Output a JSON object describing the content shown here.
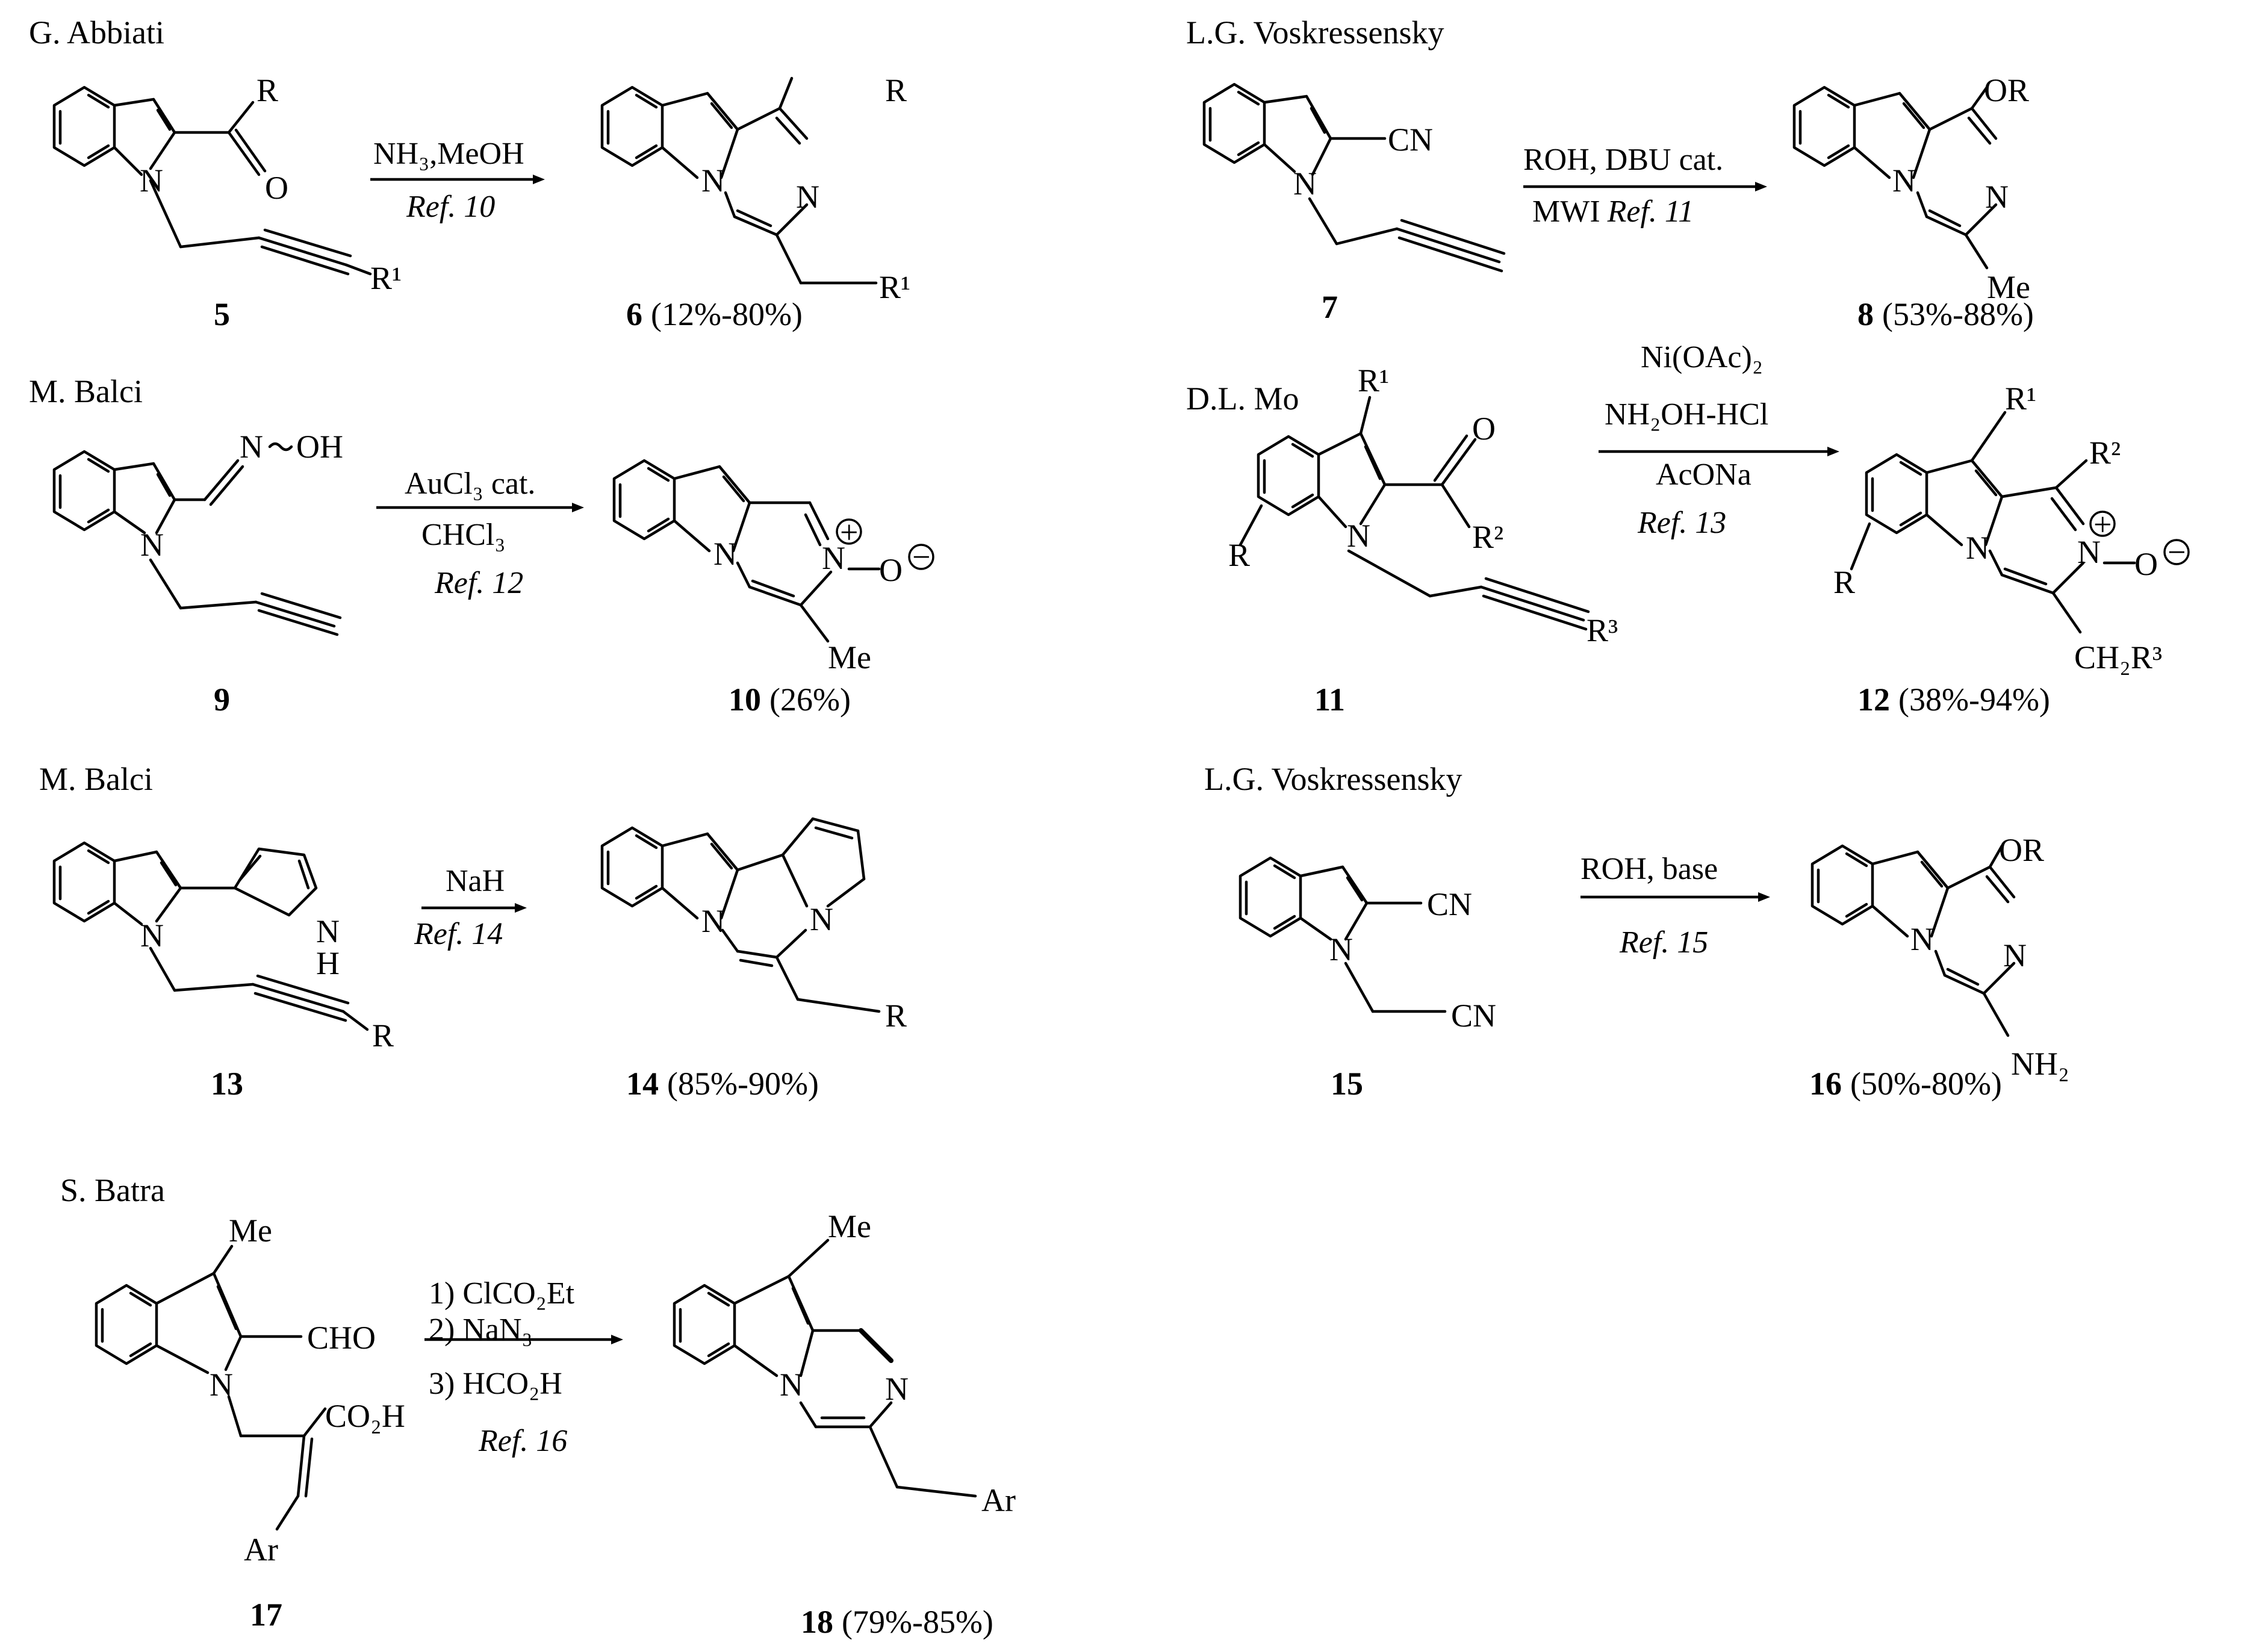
{
  "authors": {
    "abbiati": "G. Abbiati",
    "voskressensky_1": "L.G. Voskressensky",
    "balci_1": "M. Balci",
    "mo": "D.L. Mo",
    "balci_2": "M. Balci",
    "voskressensky_2": "L.G. Voskressensky",
    "batra": "S. Batra"
  },
  "reactions": [
    {
      "id": "r1",
      "conditions": [
        "NH₃,MeOH"
      ],
      "reference": "Ref. 10",
      "substrate_number": "5",
      "product_number": "6",
      "yield": "(12%-80%)"
    },
    {
      "id": "r2",
      "conditions": [
        "ROH, DBU cat.",
        "MWI"
      ],
      "reference": "Ref. 11",
      "substrate_number": "7",
      "product_number": "8",
      "yield": "(53%-88%)"
    },
    {
      "id": "r3",
      "conditions": [
        "AuCl₃ cat.",
        "CHCl₃"
      ],
      "reference": "Ref. 12",
      "substrate_number": "9",
      "product_number": "10",
      "yield": "(26%)"
    },
    {
      "id": "r4",
      "conditions": [
        "Ni(OAc)₂",
        "NH₂OH-HCl",
        "AcONa"
      ],
      "reference": "Ref. 13",
      "substrate_number": "11",
      "product_number": "12",
      "yield": "(38%-94%)"
    },
    {
      "id": "r5",
      "conditions": [
        "NaH"
      ],
      "reference": "Ref. 14",
      "substrate_number": "13",
      "product_number": "14",
      "yield": "(85%-90%)"
    },
    {
      "id": "r6",
      "conditions": [
        "ROH, base"
      ],
      "reference": "Ref. 15",
      "substrate_number": "15",
      "product_number": "16",
      "yield": "(50%-80%)"
    },
    {
      "id": "r7",
      "conditions": [
        "1) ClCO₂Et",
        "2) NaN₃",
        "3) HCO₂H"
      ],
      "reference": "Ref. 16",
      "substrate_number": "17",
      "product_number": "18",
      "yield": "(79%-85%)"
    }
  ],
  "atom_labels": {
    "N": "N",
    "O": "O",
    "H": "H",
    "R": "R",
    "R1": "R¹",
    "R2": "R²",
    "R3": "R³",
    "CN": "CN",
    "OR": "OR",
    "Me": "Me",
    "OH": "OH",
    "CHO": "CHO",
    "CO2H": "CO₂H",
    "Ar": "Ar",
    "NH2": "NH₂",
    "CH2R3": "CH₂R³",
    "plus": "+",
    "minus": "−"
  }
}
